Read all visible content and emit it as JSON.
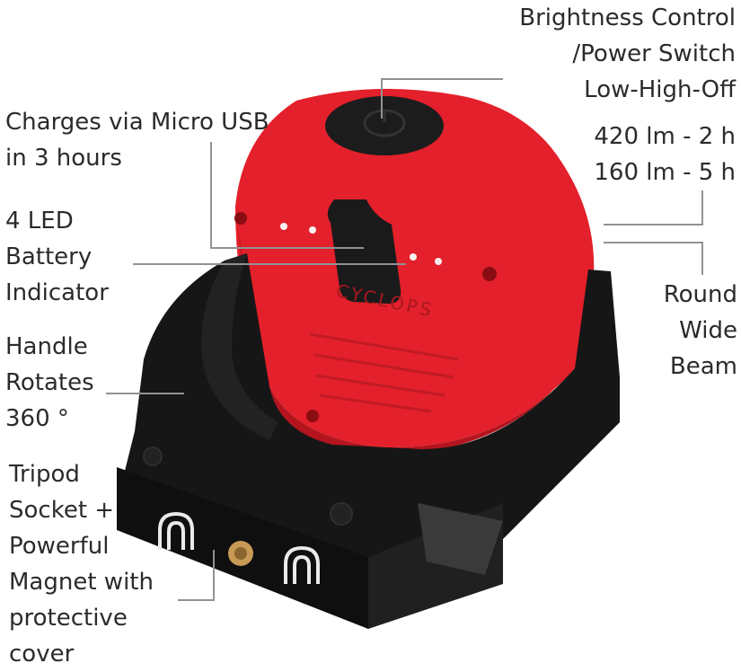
{
  "callouts": {
    "brightness": {
      "lines": [
        "Brightness Control",
        "/Power Switch",
        "Low-High-Off"
      ],
      "specs": [
        "420 lm - 2 h",
        "160 lm - 5 h"
      ]
    },
    "charging": {
      "lines": [
        "Charges via Micro USB",
        "in 3 hours"
      ]
    },
    "battery": {
      "lines": [
        "4 LED",
        "Battery",
        "Indicator"
      ]
    },
    "beam": {
      "lines": [
        "Round",
        "Wide",
        "Beam"
      ]
    },
    "handle": {
      "lines": [
        "Handle",
        "Rotates",
        "360 °"
      ]
    },
    "tripod": {
      "lines": [
        "Tripod",
        "Socket +",
        "Powerful",
        "Magnet with",
        "protective",
        "cover"
      ]
    }
  },
  "product": {
    "brand_text": "CYCLOPS",
    "colors": {
      "body": "#e3202b",
      "bodyDark": "#b3141d",
      "handle": "#161616",
      "handleEdge": "#2a2a2a",
      "leader": "#8f9396"
    }
  }
}
